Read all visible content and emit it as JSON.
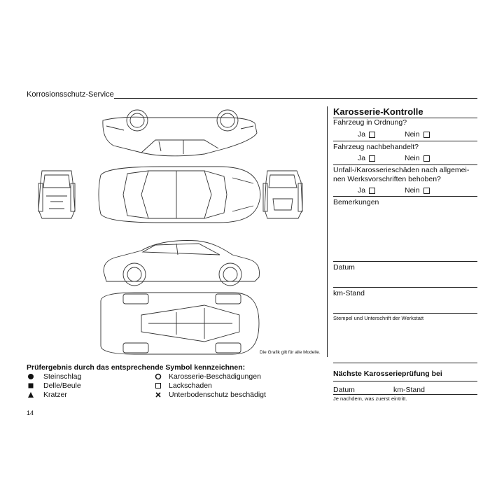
{
  "header": {
    "title": "Korrosionsschutz-Service"
  },
  "graphic_note": "Die Grafik gilt für alle Modelle.",
  "panel": {
    "title": "Karosserie-Kontrolle",
    "q1": "Fahrzeug in Ordnung?",
    "q2": "Fahrzeug nachbehandelt?",
    "q3_line1": "Unfall-/Karosserieschäden nach allgemei-",
    "q3_line2": "nen Werksvorschriften behoben?",
    "yes": "Ja",
    "no": "Nein",
    "remarks": "Bemerkungen",
    "date": "Datum",
    "km": "km-Stand",
    "stamp": "Stempel und Unterschrift der Werkstatt",
    "next_title": "Nächste Karosserieprüfung bei",
    "next_date": "Datum",
    "next_km": "km-Stand",
    "next_note": "Je nachdem, was zuerst eintritt."
  },
  "legend": {
    "title": "Prüfergebnis durch das entsprechende Symbol kennzeichnen:",
    "items_left": [
      {
        "icon": "filled-circle-icon",
        "label": "Steinschlag"
      },
      {
        "icon": "filled-square-icon",
        "label": "Delle/Beule"
      },
      {
        "icon": "filled-triangle-icon",
        "label": "Kratzer"
      }
    ],
    "items_right": [
      {
        "icon": "open-circle-icon",
        "label": "Karosserie-Beschädigungen"
      },
      {
        "icon": "open-square-icon",
        "label": "Lackschaden"
      },
      {
        "icon": "cross-icon",
        "label": "Unterbodenschutz beschädigt"
      }
    ]
  },
  "page_number": "14"
}
